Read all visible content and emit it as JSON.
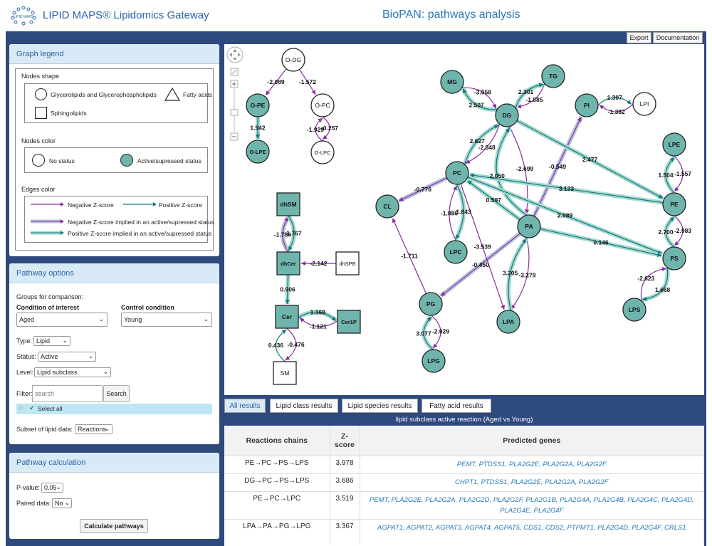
{
  "header": {
    "site_title": "LIPID MAPS® Lipidomics Gateway",
    "app_title": "BioPAN: pathways analysis"
  },
  "toolbar": {
    "export": "Export",
    "documentation": "Documentation"
  },
  "legend": {
    "title": "Graph legend",
    "nodes_shape": "Nodes shape",
    "glycero": "Glycerolipids and Glycerophospholipids",
    "fatty": "Fatty acids",
    "sphingo": "Sphingolipids",
    "nodes_color": "Nodes color",
    "no_status": "No status",
    "active": "Active/supressed status",
    "edges_color": "Edges color",
    "neg": "Negative Z-score",
    "pos": "Positive Z-score",
    "neg_implied": "Negative Z-score implied in an active/supressed status",
    "pos_implied": "Positive Z-score implied in an active/supressed status"
  },
  "options": {
    "title": "Pathway options",
    "groups": "Groups for comparison:",
    "cond_label": "Condition of interest",
    "cond_value": "Aged",
    "ctrl_label": "Control condition",
    "ctrl_value": "Young",
    "type_label": "Type:",
    "type_value": "Lipid",
    "status_label": "Status:",
    "status_value": "Active",
    "level_label": "Level:",
    "level_value": "Lipid subclass",
    "filter_label": "Filter:",
    "filter_placeholder": "search",
    "search_btn": "Search",
    "select_all": "Select all",
    "subset_label": "Subset of lipid data:",
    "subset_value": "Reactions"
  },
  "calc": {
    "title": "Pathway calculation",
    "pvalue_label": "P-value:",
    "pvalue": "0.05",
    "paired_label": "Paired data:",
    "paired": "No",
    "button": "Calculate pathways"
  },
  "colors": {
    "node_fill": "#6fb5ad",
    "pos_edge": "#0e7b7b",
    "neg_edge": "#8b2aa0",
    "frame": "#2e4a7d",
    "link": "#2a7ab8"
  },
  "graph": {
    "nodes": [
      {
        "id": "O-DG",
        "active": false
      },
      {
        "id": "O-PE",
        "active": true
      },
      {
        "id": "O-PC",
        "active": false
      },
      {
        "id": "O-LPE",
        "active": true
      },
      {
        "id": "O-LPC",
        "active": false
      },
      {
        "id": "dhSM",
        "active": true,
        "square": true
      },
      {
        "id": "dhCer",
        "active": true,
        "square": true
      },
      {
        "id": "dhSPB",
        "active": false,
        "square": true
      },
      {
        "id": "Cer",
        "active": true,
        "square": true
      },
      {
        "id": "Cer1P",
        "active": true,
        "square": true
      },
      {
        "id": "SM",
        "active": false,
        "square": true
      },
      {
        "id": "MG",
        "active": true
      },
      {
        "id": "TG",
        "active": true
      },
      {
        "id": "DG",
        "active": true
      },
      {
        "id": "PI",
        "active": true
      },
      {
        "id": "LPI",
        "active": false
      },
      {
        "id": "LPE",
        "active": true
      },
      {
        "id": "PC",
        "active": true
      },
      {
        "id": "CL",
        "active": true
      },
      {
        "id": "PE",
        "active": true
      },
      {
        "id": "PA",
        "active": true
      },
      {
        "id": "LPC",
        "active": true
      },
      {
        "id": "PS",
        "active": true
      },
      {
        "id": "PG",
        "active": true
      },
      {
        "id": "LPA",
        "active": true
      },
      {
        "id": "LPS",
        "active": true
      },
      {
        "id": "LPG",
        "active": true
      }
    ],
    "edge_labels": [
      "-2.089",
      "-1.572",
      "1.942",
      "-0.257",
      "-1.929",
      "-1.786",
      "1.767",
      "-2.142",
      "0.906",
      "1.169",
      "-1.121",
      "0.436",
      "-0.476",
      "2.507",
      "-3.058",
      "-1.885",
      "2.301",
      "1.307",
      "-1.382",
      "2.627",
      "-2.548",
      "-2.699",
      "2.050",
      "-0.549",
      "2.477",
      "-0.776",
      "3.133",
      "1.843",
      "-1.886",
      "0.597",
      "2.089",
      "-1.557",
      "1.504",
      "-2.983",
      "2.700",
      "0.146",
      "-1.711",
      "-0.450",
      "-3.279",
      "3.205",
      "-3.539",
      "1.668",
      "-2.623",
      "3.077",
      "-2.929"
    ]
  },
  "tabs": [
    "All results",
    "Lipid class results",
    "Lipid species results",
    "Fatty acid results"
  ],
  "results": {
    "title": "lipid subclass active reaction (Aged vs Young)",
    "headers": [
      "Reactions chains",
      "Z-score",
      "Predicted genes"
    ],
    "rows": [
      {
        "chain": "PE→PC→PS→LPS",
        "z": "3.978",
        "genes": "PEMT, PTDSS1, PLA2G2E, PLA2G2A, PLA2G2F"
      },
      {
        "chain": "DG→PC→PS→LPS",
        "z": "3.686",
        "genes": "CHPT1, PTDSS1, PLA2G2E, PLA2G2A, PLA2G2F"
      },
      {
        "chain": "PE→PC→LPC",
        "z": "3.519",
        "genes": "PEMT, PLA2G2E, PLA2G2A, PLA2G2D, PLA2G2F, PLA2G1B, PLA2G4A, PLA2G4B, PLA2G4C, PLA2G4D, PLA2G4E, PLA2G4F"
      },
      {
        "chain": "LPA→PA→PG→LPG",
        "z": "3.367",
        "genes": "AGPAT1, AGPAT2, AGPAT3, AGPAT4, AGPAT5, CDS1, CDS2, PTPMT1, PLA2G4D, PLA2G4F, CRLS1"
      }
    ]
  }
}
